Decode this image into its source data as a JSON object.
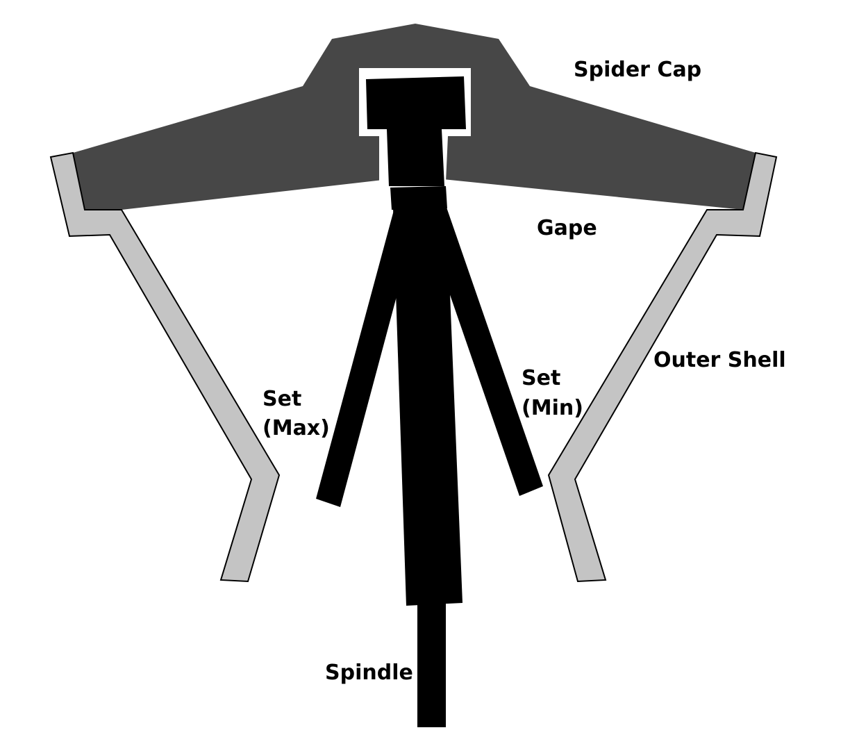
{
  "colors": {
    "background": "#ffffff",
    "spider_cap": "#474747",
    "outer_shell": "#c4c4c4",
    "shell_outline": "#000000",
    "spindle": "#000000",
    "cap_outline": "#ffffff"
  },
  "labels": {
    "spider_cap": "Spider Cap",
    "gape": "Gape",
    "outer_shell": "Outer Shell",
    "set_min_line1": "Set",
    "set_min_line2": "(Min)",
    "set_max_line1": "Set",
    "set_max_line2": "(Max)",
    "spindle": "Spindle"
  }
}
